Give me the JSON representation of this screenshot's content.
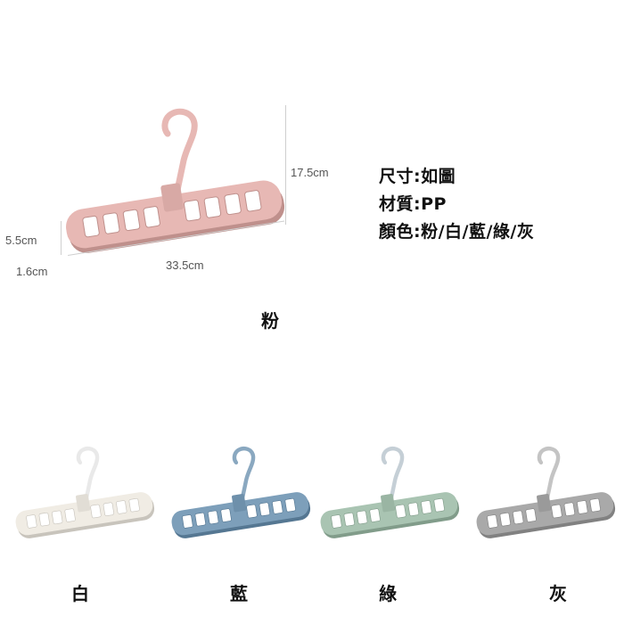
{
  "dimensions": {
    "height": "17.5cm",
    "depth": "5.5cm",
    "thickness": "1.6cm",
    "width": "33.5cm"
  },
  "specs": {
    "size": "尺寸:如圖",
    "material": "材質:PP",
    "colors": "顏色:粉/白/藍/綠/灰"
  },
  "main_label": "粉",
  "variants": [
    {
      "label": "白",
      "color": "#f0ece4",
      "hook": "#e9e9e9"
    },
    {
      "label": "藍",
      "color": "#7d9fba",
      "hook": "#8aa8c0"
    },
    {
      "label": "綠",
      "color": "#a9c4b2",
      "hook": "#c5cfd6"
    },
    {
      "label": "灰",
      "color": "#a9a9a9",
      "hook": "#c4c4c4"
    }
  ],
  "main_color": "#e7b8b4",
  "main_hook_color": "#e7b8b4"
}
